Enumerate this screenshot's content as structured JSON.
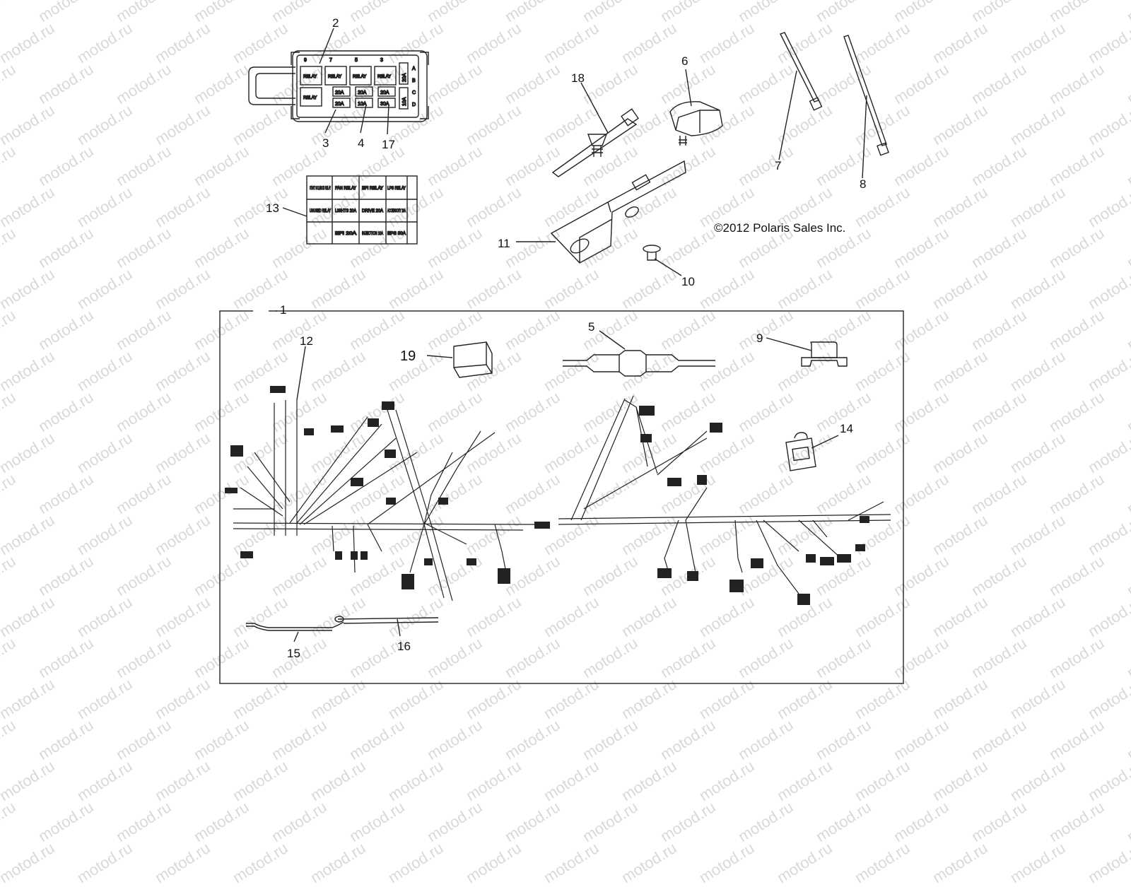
{
  "watermark": "motod.ru",
  "copyright": "©2012 Polaris Sales Inc.",
  "callouts": {
    "c1": "1",
    "c2": "2",
    "c3": "3",
    "c4": "4",
    "c5": "5",
    "c6": "6",
    "c7": "7",
    "c8": "8",
    "c9": "9",
    "c10": "10",
    "c11": "11",
    "c12": "12",
    "c13": "13",
    "c14": "14",
    "c15": "15",
    "c16": "16",
    "c17": "17",
    "c18": "18",
    "c19": "19"
  },
  "fuse_box": {
    "top_numbers": [
      "9",
      "7",
      "5",
      "3"
    ],
    "row_letters": [
      "A",
      "B",
      "C",
      "D"
    ],
    "relay_label": "RELAY",
    "fuses_row1": [
      "20A",
      "20A",
      "20A"
    ],
    "fuses_row2": [
      "20A",
      "10A",
      "30A"
    ],
    "side_fuses": [
      "20A",
      "10A"
    ]
  },
  "fuse_label": {
    "row1": [
      "START SOLENOID RELAY",
      "FAN RELAY",
      "EFI RELAY",
      "LPS RELAY"
    ],
    "row2": [
      "UNUSED RELAY",
      "LIGHTS 20A",
      "DRIVE 20A",
      "ACCESSORY 20A"
    ],
    "row3": [
      "EFI 20A",
      "INJECTION 10A",
      "EPS 30A"
    ]
  }
}
